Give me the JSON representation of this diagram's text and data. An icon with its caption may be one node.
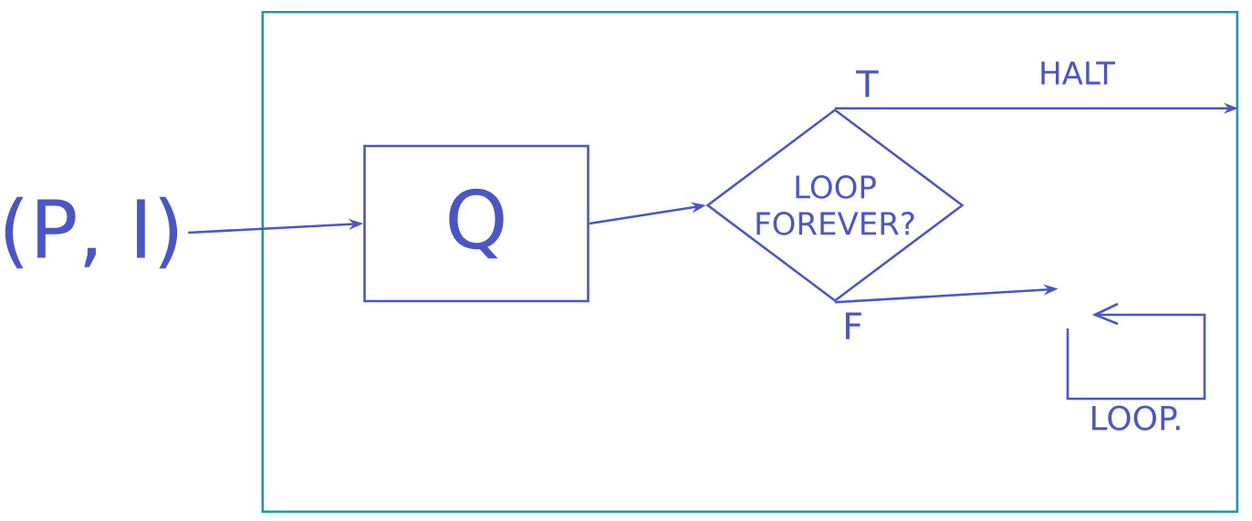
{
  "diagram": {
    "nodes": [
      {
        "text": [],
        "shape": "box"
      },
      {
        "text": [
          "(P, I)"
        ]
      },
      {
        "text": [
          "Q"
        ],
        "in": 0
      },
      {
        "text": [
          "LOOP FOREVER?"
        ],
        "in": 0
      },
      {
        "text": [],
        "shape": "box",
        "in": 0,
        "beside": [
          "LOOP."
        ]
      }
    ],
    "edges": [
      {
        "from": 1,
        "to": 2,
        "arrow": "to"
      },
      {
        "from": 2,
        "to": 3,
        "arrow": "to"
      },
      {
        "from": 3,
        "to": null,
        "arrow": "to",
        "label": "T"
      },
      {
        "from": 3,
        "to": 4,
        "arrow": "to",
        "label": "F"
      }
    ],
    "labels": [
      "HALT"
    ]
  }
}
